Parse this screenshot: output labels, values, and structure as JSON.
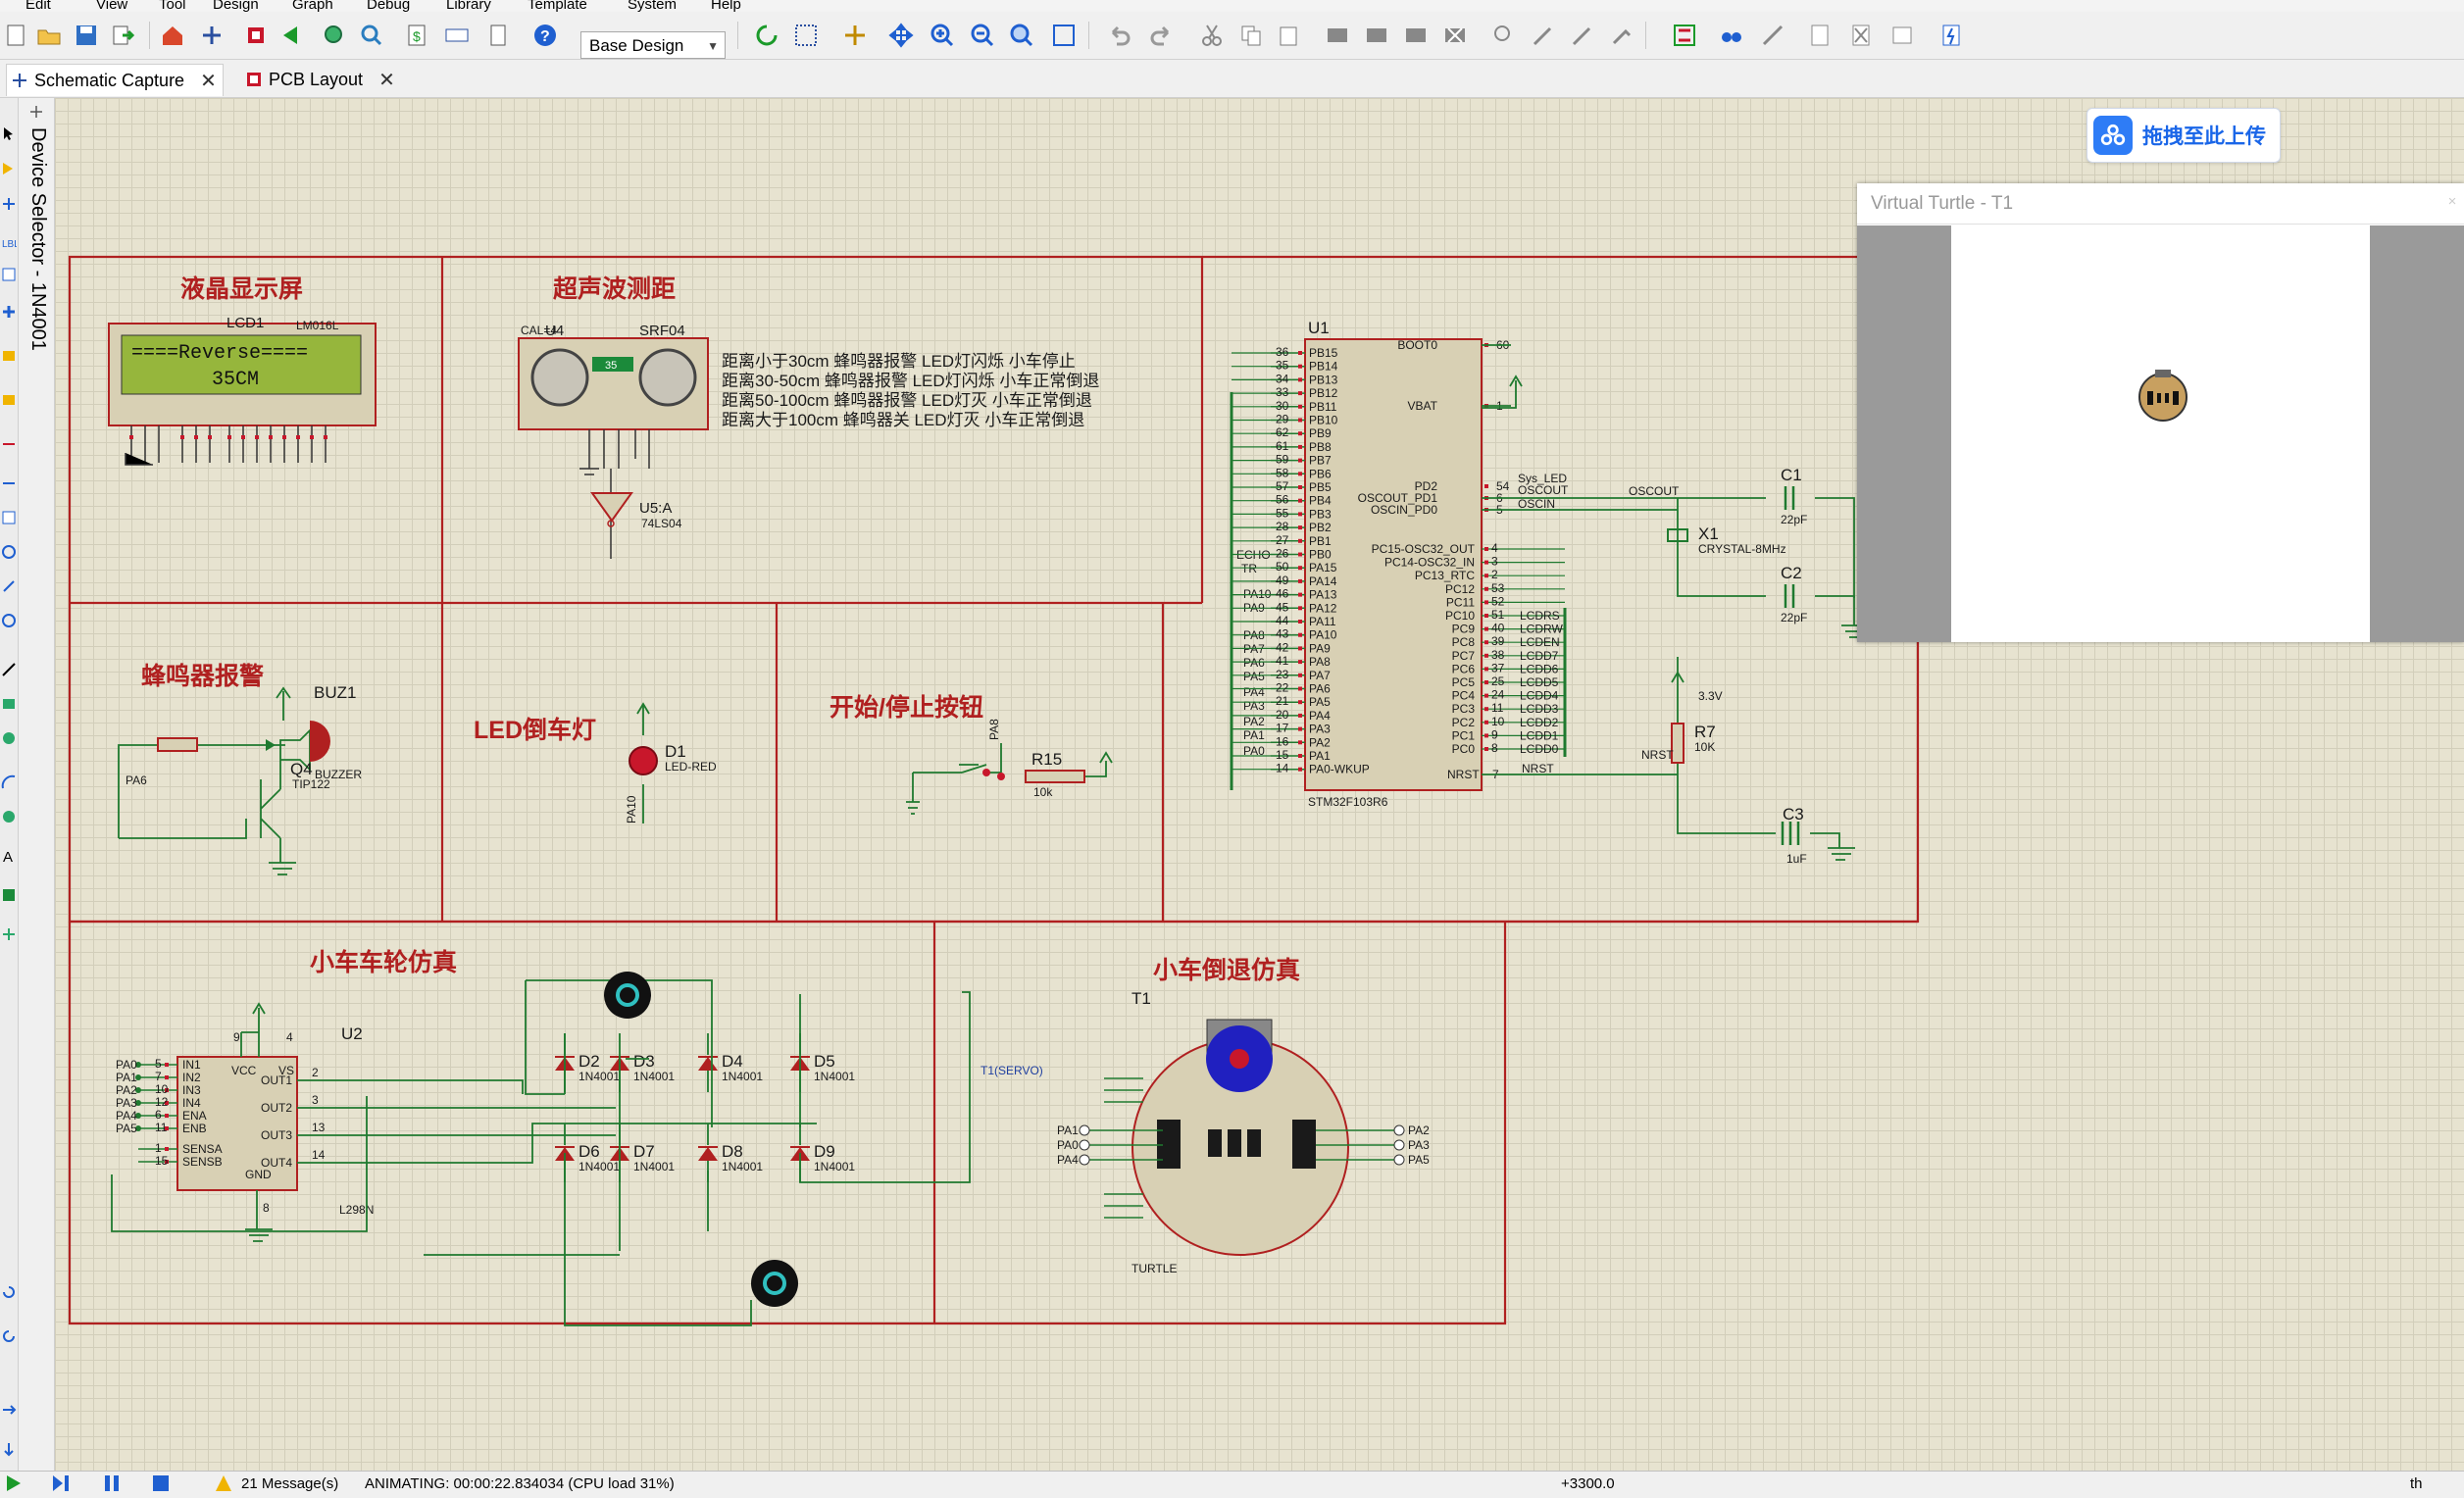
{
  "menu": [
    "Edit",
    "View",
    "Tool",
    "Design",
    "Graph",
    "Debug",
    "Library",
    "Template",
    "System",
    "Help"
  ],
  "toolbar": {
    "variant_value": "Base Design"
  },
  "tabs": [
    {
      "label": "Schematic Capture",
      "close": "✕"
    },
    {
      "label": "PCB Layout",
      "close": "✕"
    }
  ],
  "device_selector": {
    "title": "Device Selector - 1N4001"
  },
  "upload": {
    "label": "拖拽至此上传"
  },
  "turtle_window": {
    "title": "Virtual Turtle - T1",
    "close": "×"
  },
  "sections": {
    "lcd": "液晶显示屏",
    "ultrasonic": "超声波测距",
    "buzzer": "蜂鸣器报警",
    "led": "LED倒车灯",
    "button": "开始/停止按钮",
    "wheel": "小车车轮仿真",
    "reverse": "小车倒退仿真"
  },
  "lcd": {
    "ref": "LCD1",
    "part": "LM016L",
    "line1": "====Reverse====",
    "line2": "35CM"
  },
  "ultrasonic": {
    "ref": "U4",
    "part": "SRF04",
    "cal": "CAL=4",
    "display": "35",
    "notes": [
      "距离小于30cm 蜂鸣器报警 LED灯闪烁 小车停止",
      "距离30-50cm 蜂鸣器报警 LED灯闪烁 小车正常倒退",
      "距离50-100cm 蜂鸣器报警 LED灯灭   小车正常倒退",
      "距离大于100cm  蜂鸣器关 LED灯灭   小车正常倒退"
    ]
  },
  "inverter": {
    "ref": "U5:A",
    "part": "74LS04"
  },
  "buzzer": {
    "ref": "BUZ1",
    "part": "BUZZER",
    "q_ref": "Q4",
    "q_part": "TIP122",
    "net": "PA6"
  },
  "led": {
    "ref": "D1",
    "part": "LED-RED",
    "net": "PA10"
  },
  "button": {
    "ref": "R15",
    "value": "10k",
    "net": "PA8"
  },
  "mcu": {
    "ref": "U1",
    "part": "STM32F103R6",
    "left_pins": [
      "PB15",
      "PB14",
      "PB13",
      "PB12",
      "PB11",
      "PB10",
      "PB9",
      "PB8",
      "PB7",
      "PB6",
      "PB5",
      "PB4",
      "PB3",
      "PB2",
      "PB1",
      "PB0",
      "PA15",
      "PA14",
      "PA13",
      "PA12",
      "PA11",
      "PA10",
      "PA9",
      "PA8",
      "PA7",
      "PA6",
      "PA5",
      "PA4",
      "PA3",
      "PA2",
      "PA1",
      "PA0-WKUP"
    ],
    "left_nums": [
      "36",
      "35",
      "34",
      "33",
      "30",
      "29",
      "62",
      "61",
      "59",
      "58",
      "57",
      "56",
      "55",
      "28",
      "27",
      "26",
      "50",
      "49",
      "46",
      "45",
      "44",
      "43",
      "42",
      "41",
      "23",
      "22",
      "21",
      "20",
      "17",
      "16",
      "15",
      "14"
    ],
    "right_top": [
      {
        "pin": "BOOT0",
        "num": "60"
      },
      {
        "pin": "VBAT",
        "num": "1"
      },
      {
        "pin": "PD2",
        "num": "54"
      },
      {
        "pin": "OSCOUT_PD1",
        "num": "6"
      },
      {
        "pin": "OSCIN_PD0",
        "num": "5"
      }
    ],
    "right_pc": [
      "PC15-OSC32_OUT",
      "PC14-OSC32_IN",
      "PC13_RTC",
      "PC12",
      "PC11",
      "PC10",
      "PC9",
      "PC8",
      "PC7",
      "PC6",
      "PC5",
      "PC4",
      "PC3",
      "PC2",
      "PC1",
      "PC0"
    ],
    "right_pc_nums": [
      "4",
      "3",
      "2",
      "53",
      "52",
      "51",
      "40",
      "39",
      "38",
      "37",
      "25",
      "24",
      "11",
      "10",
      "9",
      "8"
    ],
    "lcd_nets": [
      "LCDRS",
      "LCDRW",
      "LCDEN",
      "LCDD7",
      "LCDD6",
      "LCDD5",
      "LCDD4",
      "LCDD3",
      "LCDD2",
      "LCDD1",
      "LCDD0"
    ],
    "nrst": {
      "pin": "NRST",
      "num": "7"
    },
    "nets": {
      "sys_led": "Sys_LED",
      "oscout": "OSCOUT",
      "oscin": "OSCIN",
      "echo": "ECHO",
      "tr": "TR",
      "nrst": "NRST"
    },
    "left_nets": [
      "PA10",
      "PA9",
      "PA8",
      "PA7",
      "PA6",
      "PA5",
      "PA4",
      "PA3",
      "PA2",
      "PA1",
      "PA0"
    ]
  },
  "crystal": {
    "c1": "C1",
    "c1v": "22pF",
    "c2": "C2",
    "c2v": "22pF",
    "x": "X1",
    "xpart": "CRYSTAL-8MHz",
    "oscout": "OSCOUT"
  },
  "reset": {
    "r": "R7",
    "rv": "10K",
    "c": "C3",
    "cv": "1uF",
    "v": "3.3V",
    "net": "NRST"
  },
  "driver": {
    "ref": "U2",
    "part": "L298N",
    "left": [
      "IN1",
      "IN2",
      "IN3",
      "IN4",
      "ENA",
      "ENB",
      "SENSA",
      "SENSB"
    ],
    "left_nets": [
      "PA0",
      "PA1",
      "PA2",
      "PA3",
      "PA4",
      "PA5"
    ],
    "left_nums": [
      "5",
      "7",
      "10",
      "12",
      "6",
      "11",
      "1",
      "15"
    ],
    "right": [
      "OUT1",
      "OUT2",
      "OUT3",
      "OUT4"
    ],
    "right_nums": [
      "2",
      "3",
      "13",
      "14"
    ],
    "top": [
      "VCC",
      "VS"
    ],
    "top_nums": [
      "9",
      "4"
    ],
    "gnd": "GND",
    "gnd_num": "8"
  },
  "diodes": {
    "part": "1N4001",
    "refs": [
      "D2",
      "D3",
      "D4",
      "D5",
      "D6",
      "D7",
      "D8",
      "D9"
    ]
  },
  "turtle": {
    "ref": "T1",
    "part": "TURTLE",
    "servo": "T1(SERVO)",
    "left_nets": [
      "PA1",
      "PA0",
      "PA4"
    ],
    "right_nets": [
      "PA2",
      "PA3",
      "PA5"
    ]
  },
  "status": {
    "animating": "ANIMATING: 00:00:22.834034 (CPU load 31%)",
    "msgs": "21 Message(s)",
    "coord": "+3300.0",
    "zoom": "th"
  }
}
